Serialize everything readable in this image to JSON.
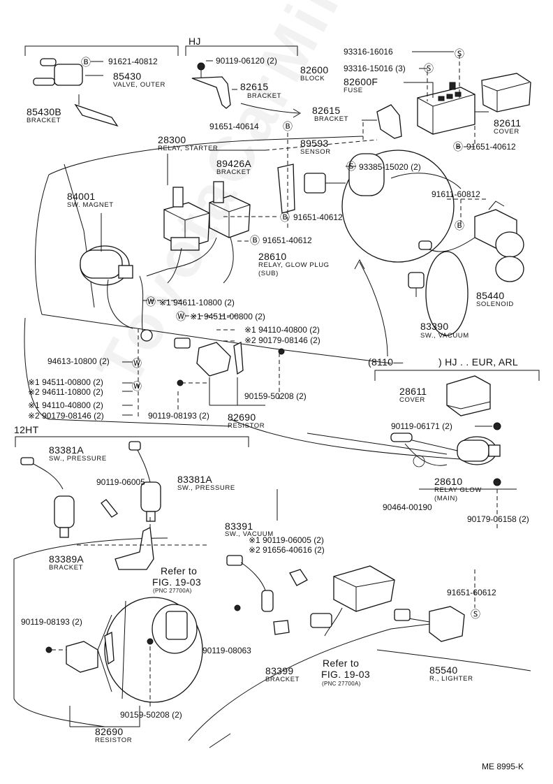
{
  "diagram": {
    "code": "ME 8995-K",
    "watermark": "ToyotaCarMile.ru",
    "section_labels": {
      "hj": "HJ",
      "twelve_ht": "12HT",
      "variant_open": "(8110—",
      "variant_close": ") HJ . . EUR, ARL"
    },
    "symbols": {
      "b": "B",
      "s": "S",
      "w": "W"
    },
    "labels": [
      {
        "key": "p91621_40812",
        "pn": "91621-40812"
      },
      {
        "key": "p85430",
        "pn": "85430",
        "name": "VALVE, OUTER"
      },
      {
        "key": "p85430b",
        "pn": "85430B",
        "name": "BRACKET"
      },
      {
        "key": "p90119_06120",
        "pn": "90119-06120 (2)"
      },
      {
        "key": "p82615_top",
        "pn": "82615",
        "name": "BRACKET"
      },
      {
        "key": "p93316_16016",
        "pn": "93316-16016"
      },
      {
        "key": "p82600",
        "pn": "82600",
        "name": "BLOCK"
      },
      {
        "key": "p93316_15016",
        "pn": "93316-15016 (3)"
      },
      {
        "key": "p82600f",
        "pn": "82600F",
        "name": "FUSE"
      },
      {
        "key": "p82615_mid",
        "pn": "82615",
        "name": "BRACKET"
      },
      {
        "key": "p82611",
        "pn": "82611",
        "name": "COVER"
      },
      {
        "key": "p91651_40614",
        "pn": "91651-40614"
      },
      {
        "key": "p28300",
        "pn": "28300",
        "name": "RELAY, STARTER"
      },
      {
        "key": "p89593",
        "pn": "89593",
        "name": "SENSOR"
      },
      {
        "key": "p91651_40612_r",
        "pn": "91651-40612"
      },
      {
        "key": "p89426a",
        "pn": "89426A",
        "name": "BRACKET"
      },
      {
        "key": "p93385_15020",
        "pn": "93385-15020 (2)"
      },
      {
        "key": "p91611_60812",
        "pn": "91611-60812"
      },
      {
        "key": "p84001",
        "pn": "84001",
        "name": "SW. MAGNET"
      },
      {
        "key": "p91651_40612_m",
        "pn": "91651-40612"
      },
      {
        "key": "p91651_40612_b",
        "pn": "91651-40612"
      },
      {
        "key": "p28610_sub",
        "pn": "28610",
        "name": "RELAY, GLOW PLUG",
        "name2": "(SUB)"
      },
      {
        "key": "p85440",
        "pn": "85440",
        "name": "SOLENOID"
      },
      {
        "key": "p94611_10800",
        "pn": "※1 94611-10800 (2)"
      },
      {
        "key": "p94511_00800_a",
        "pn": "※1 94511-00800 (2)"
      },
      {
        "key": "p94110_40800_a",
        "pn": "※1 94110-40800 (2)"
      },
      {
        "key": "p90179_08146_a",
        "pn": "※2 90179-08146 (2)"
      },
      {
        "key": "p83390",
        "pn": "83390",
        "name": "SW., VACUUM"
      },
      {
        "key": "p94613_10800",
        "pn": "94613-10800 (2)"
      },
      {
        "key": "p94511_00800_b",
        "pn": "※1 94511-00800 (2)"
      },
      {
        "key": "p94611_10800_b",
        "pn": "※2 94611-10800 (2)"
      },
      {
        "key": "p90159_50208_a",
        "pn": "90159-50208 (2)"
      },
      {
        "key": "p94110_40800_b",
        "pn": "※1 94110-40800 (2)"
      },
      {
        "key": "p90179_08146_b",
        "pn": "※2 90179-08146 (2)"
      },
      {
        "key": "p90119_08193_a",
        "pn": "90119-08193 (2)"
      },
      {
        "key": "p82690_a",
        "pn": "82690",
        "name": "RESISTOR"
      },
      {
        "key": "p28611",
        "pn": "28611",
        "name": "COVER"
      },
      {
        "key": "p90119_06171",
        "pn": "90119-06171 (2)"
      },
      {
        "key": "p83381a_l",
        "pn": "83381A",
        "name": "SW., PRESSURE"
      },
      {
        "key": "p83381a_r",
        "pn": "83381A",
        "name": "SW., PRESSURE"
      },
      {
        "key": "p90119_06005",
        "pn": "90119-06005"
      },
      {
        "key": "p28610_main",
        "pn": "28610",
        "name": "RELAY GLOW",
        "name2": "(MAIN)"
      },
      {
        "key": "p90464_00190",
        "pn": "90464-00190"
      },
      {
        "key": "p90179_06158",
        "pn": "90179-06158 (2)"
      },
      {
        "key": "p83391",
        "pn": "83391",
        "name": "SW., VACUUM"
      },
      {
        "key": "p90119_06005_x",
        "pn": "※1 90119-06005 (2)"
      },
      {
        "key": "p91656_40616",
        "pn": "※2 91656-40616 (2)"
      },
      {
        "key": "p83389a",
        "pn": "83389A",
        "name": "BRACKET"
      },
      {
        "key": "ref1",
        "pn": "Refer to",
        "name": "FIG. 19-03",
        "name2": "(PNC 27700A)"
      },
      {
        "key": "p91651_60612",
        "pn": "91651-60612"
      },
      {
        "key": "p90119_08193_b",
        "pn": "90119-08193 (2)"
      },
      {
        "key": "p90119_08063",
        "pn": "90119-08063"
      },
      {
        "key": "p83399",
        "pn": "83399",
        "name": "BRACKET"
      },
      {
        "key": "ref2",
        "pn": "Refer to",
        "name": "FIG. 19-03",
        "name2": "(PNC 27700A)"
      },
      {
        "key": "p85540",
        "pn": "85540",
        "name": "R., LIGHTER"
      },
      {
        "key": "p90159_50208_b",
        "pn": "90159-50208 (2)"
      },
      {
        "key": "p82690_b",
        "pn": "82690",
        "name": "RESISTOR"
      }
    ]
  }
}
